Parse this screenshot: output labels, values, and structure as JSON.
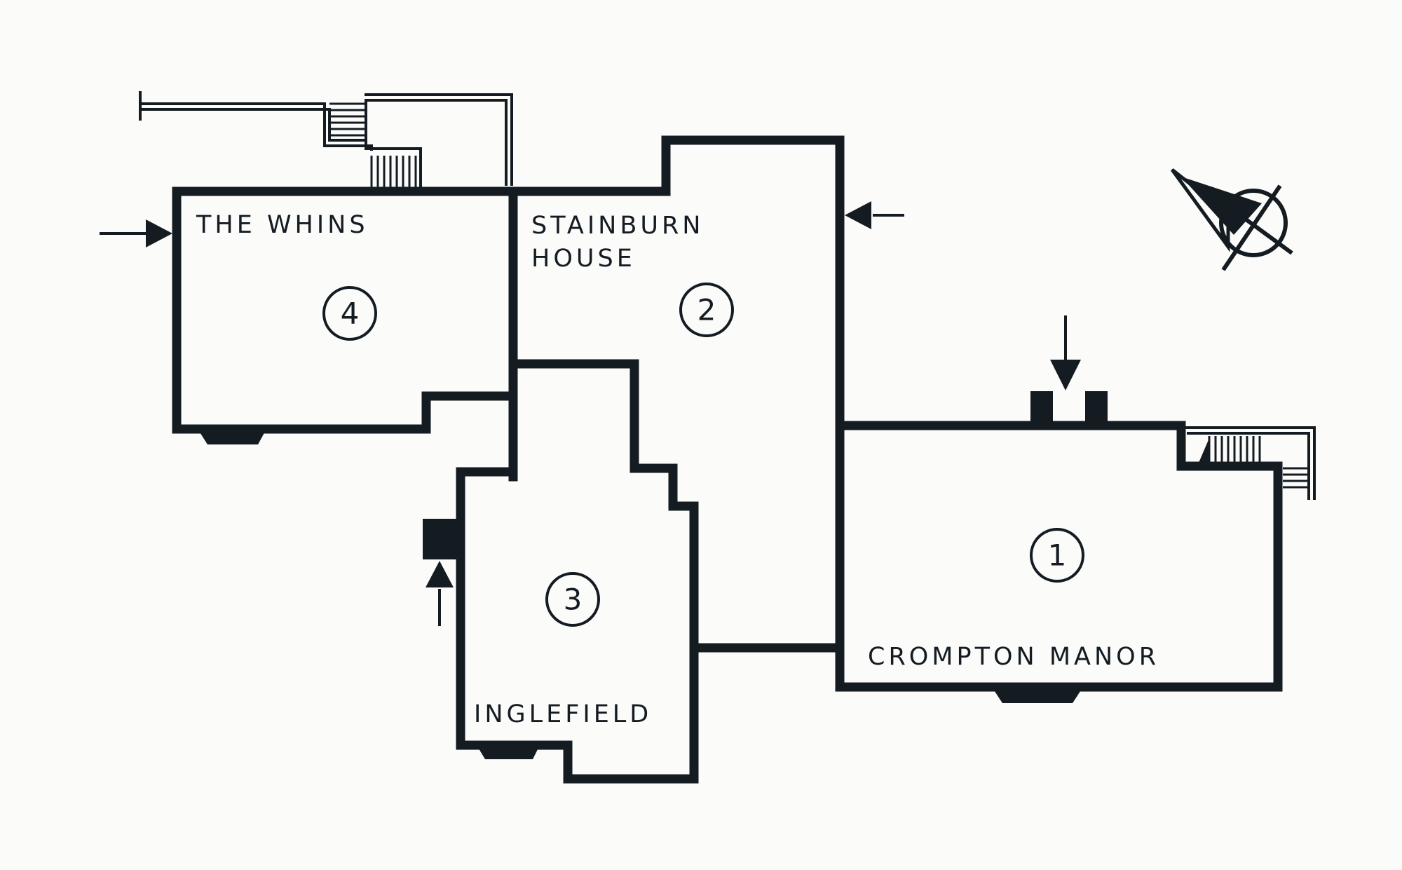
{
  "buildings": [
    {
      "id": "crompton-manor",
      "number": "1",
      "name": "CROMPTON  MANOR"
    },
    {
      "id": "stainburn-house",
      "number": "2",
      "name_line1": "STAINBURN",
      "name_line2": "HOUSE"
    },
    {
      "id": "inglefield",
      "number": "3",
      "name": "INGLEFIELD"
    },
    {
      "id": "the-whins",
      "number": "4",
      "name": "THE WHINS"
    }
  ],
  "compass": {
    "icon": "north-arrow-icon"
  },
  "colors": {
    "ink": "#141c22",
    "paper": "#fbfbfa"
  }
}
